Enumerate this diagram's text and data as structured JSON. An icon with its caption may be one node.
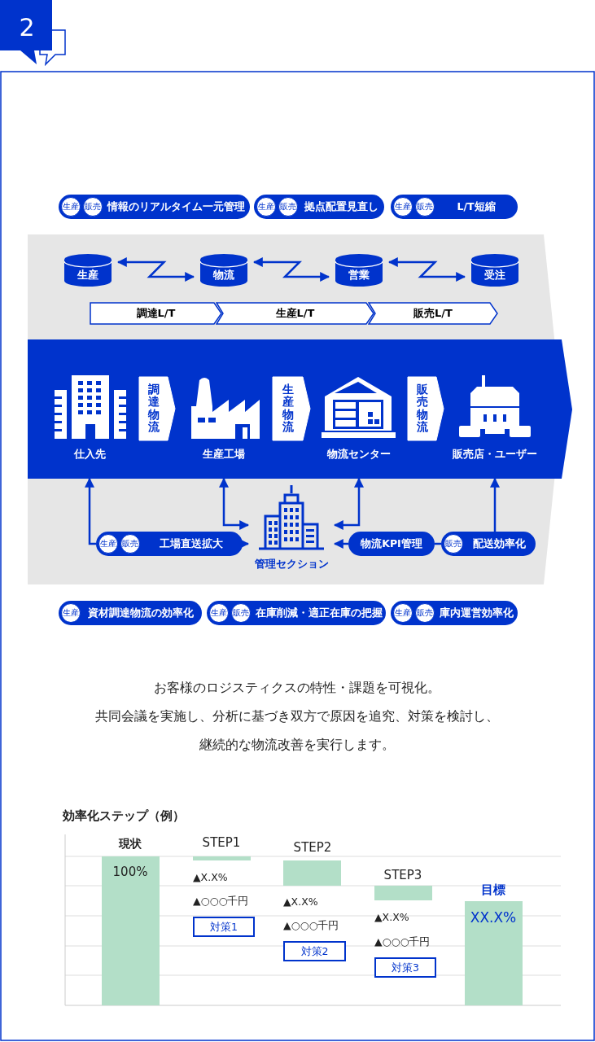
{
  "diagram": {
    "nodes": [
      {
        "text": [
          "情報のリアルタイム一元管理"
        ]
      },
      {
        "text": [
          "生産"
        ],
        "in": 0
      },
      {
        "text": [
          "販売"
        ],
        "in": 0
      },
      {
        "text": [
          "拠点配置見直し"
        ]
      },
      {
        "text": [
          "生産"
        ],
        "in": 3
      },
      {
        "text": [
          "販売"
        ],
        "in": 3
      },
      {
        "text": [
          "L/T短縮"
        ]
      },
      {
        "text": [
          "生産"
        ],
        "in": 6
      },
      {
        "text": [
          "販売"
        ],
        "in": 6
      },
      {
        "text": [
          "生産"
        ]
      },
      {
        "text": [
          "物流"
        ]
      },
      {
        "text": [
          "営業"
        ]
      },
      {
        "text": [
          "受注"
        ]
      },
      {
        "text": [
          "調達L/T"
        ]
      },
      {
        "text": [
          "生産L/T"
        ]
      },
      {
        "text": [
          "販売L/T"
        ]
      },
      {
        "text": [
          "仕入先"
        ]
      },
      {
        "text": [
          "生産工場"
        ]
      },
      {
        "text": [
          "物流センター"
        ]
      },
      {
        "text": [
          "販売店・ユーザー"
        ]
      },
      {
        "text": [
          "管理セクション"
        ]
      },
      {
        "text": [
          "工場直送拡大"
        ]
      },
      {
        "text": [
          "生産"
        ],
        "in": 21
      },
      {
        "text": [
          "販売"
        ],
        "in": 21
      },
      {
        "text": [
          "物流KPI管理"
        ]
      },
      {
        "text": [
          "配送効率化"
        ]
      },
      {
        "text": [
          "販売"
        ],
        "in": 25
      },
      {
        "text": [
          "資材調達物流の効率化"
        ]
      },
      {
        "text": [
          "生産"
        ],
        "in": 27
      },
      {
        "text": [
          "在庫削減・適正在庫の把握"
        ]
      },
      {
        "text": [
          "生産"
        ],
        "in": 29
      },
      {
        "text": [
          "販売"
        ],
        "in": 29
      },
      {
        "text": [
          "庫内運営効率化"
        ]
      },
      {
        "text": [
          "生産"
        ],
        "in": 32
      },
      {
        "text": [
          "販売"
        ],
        "in": 32
      },
      {
        "text": [
          "対策1"
        ]
      },
      {
        "text": [
          "対策2"
        ]
      },
      {
        "text": [
          "対策3"
        ]
      }
    ],
    "edges": [
      {
        "from": 9,
        "to": 10,
        "arrow": "both"
      },
      {
        "from": 10,
        "to": 11,
        "arrow": "both"
      },
      {
        "from": 11,
        "to": 12,
        "arrow": "both"
      },
      {
        "from": 16,
        "to": 17,
        "arrow": "to",
        "label": "調達物流",
        "style": "thick",
        "color": "#ffffff"
      },
      {
        "from": 17,
        "to": 18,
        "arrow": "to",
        "label": "生産物流",
        "style": "thick",
        "color": "#ffffff"
      },
      {
        "from": 18,
        "to": 19,
        "arrow": "to",
        "label": "販売物流",
        "style": "thick",
        "color": "#ffffff"
      },
      {
        "from": 21,
        "to": 16,
        "arrow": "to"
      },
      {
        "from": 21,
        "to": 20,
        "arrow": "to"
      },
      {
        "from": 17,
        "to": 20,
        "arrow": "both"
      },
      {
        "from": 18,
        "to": 20,
        "arrow": "both"
      },
      {
        "from": 24,
        "to": 20,
        "arrow": "to"
      },
      {
        "from": 24,
        "to": 25,
        "arrow": "none"
      },
      {
        "from": 25,
        "to": 19,
        "arrow": "to"
      }
    ],
    "labels": [
      "2",
      "お客様のロジスティクスの特性・課題を可視化。",
      "共同会議を実施し、分析に基づき双方で原因を追究、対策を検討し、",
      "継続的な物流改善を実行します。",
      "効率化ステップ（例）",
      "現状",
      "100%",
      "STEP1",
      "▲X.X%",
      "▲○○○千円",
      "STEP2",
      "▲X.X%",
      "▲○○○千円",
      "STEP3",
      "▲X.X%",
      "▲○○○千円",
      "目標",
      "XX.X%"
    ]
  }
}
